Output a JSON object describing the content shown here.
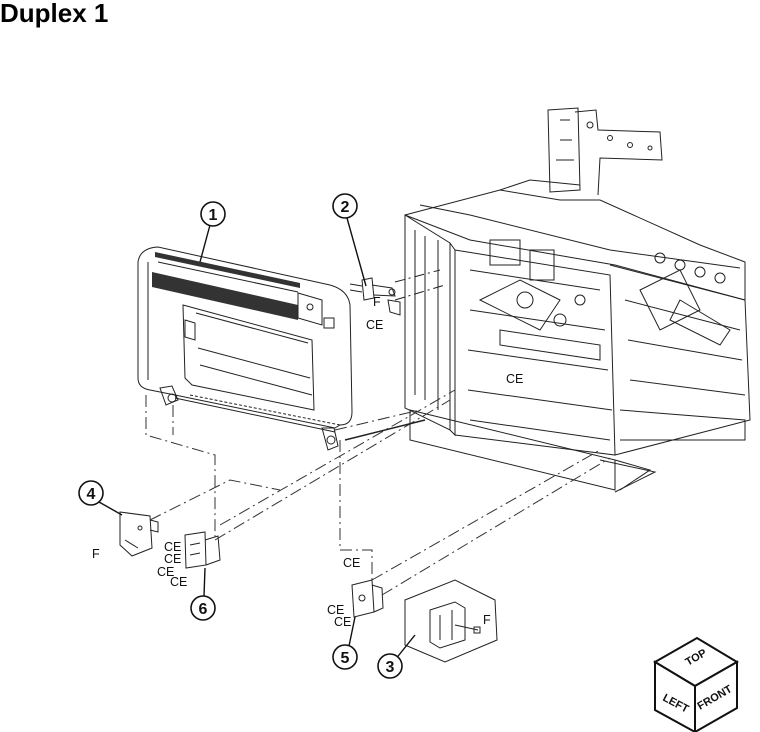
{
  "title": "Duplex 1",
  "callouts": [
    "1",
    "2",
    "3",
    "4",
    "5",
    "6"
  ],
  "labels": {
    "f_top": "F",
    "ce_top": "CE",
    "ce_frame": "CE",
    "f_left": "F",
    "ce_6a": "CE",
    "ce_6b": "CE",
    "ce_6c": "CE",
    "ce_6d": "CE",
    "ce_5a": "CE",
    "ce_5b": "CE",
    "ce_5c": "CE",
    "f_3": "F"
  },
  "orientation_cube": {
    "top": "TOP",
    "left": "LEFT",
    "front": "FRONT"
  }
}
